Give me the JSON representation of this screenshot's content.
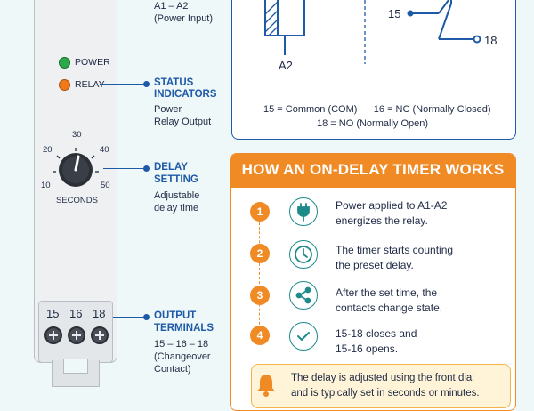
{
  "device": {
    "leds": [
      {
        "label": "POWER",
        "color": "#2aa84a"
      },
      {
        "label": "RELAY",
        "color": "#f07a1a"
      }
    ],
    "dial": {
      "ticks": [
        "10",
        "20",
        "30",
        "40",
        "50"
      ],
      "unit_label": "SECONDS"
    },
    "terminals": [
      "15",
      "16",
      "18"
    ]
  },
  "callouts": {
    "power_input": {
      "lines": [
        "A1 – A2",
        "(Power Input)"
      ]
    },
    "status": {
      "title_lines": [
        "STATUS",
        "INDICATORS"
      ],
      "desc_lines": [
        "Power",
        "Relay Output"
      ]
    },
    "delay": {
      "title_lines": [
        "DELAY",
        "SETTING"
      ],
      "desc_lines": [
        "Adjustable",
        "delay time"
      ]
    },
    "output": {
      "title_lines": [
        "OUTPUT",
        "TERMINALS"
      ],
      "desc_lines": [
        "15 – 16 – 18",
        "(Changeover",
        "Contact)"
      ]
    }
  },
  "schematic": {
    "coil_label": "A2",
    "common_label": "15",
    "no_label": "18",
    "legend_line1": "15 = Common (COM)      16 = NC (Normally Closed)",
    "legend_line2": "18 = NO (Normally Open)"
  },
  "how_it_works": {
    "title": "HOW AN ON-DELAY TIMER WORKS",
    "steps": [
      {
        "number": "1",
        "icon": "plug-icon",
        "lines": [
          "Power applied to A1-A2",
          "energizes the relay."
        ]
      },
      {
        "number": "2",
        "icon": "clock-icon",
        "lines": [
          "The timer starts counting",
          "the preset delay."
        ]
      },
      {
        "number": "3",
        "icon": "share-icon",
        "lines": [
          "After the set time, the",
          "contacts change state."
        ]
      },
      {
        "number": "4",
        "icon": "check-icon",
        "lines": [
          "15-18 closes and",
          "15-16 opens."
        ]
      }
    ],
    "note_lines": [
      "The delay is adjusted using the front dial",
      "and is typically set in seconds or minutes."
    ]
  },
  "colors": {
    "accent_blue": "#1e5aa8",
    "accent_orange": "#f08a24",
    "teal": "#1e8a8a"
  }
}
